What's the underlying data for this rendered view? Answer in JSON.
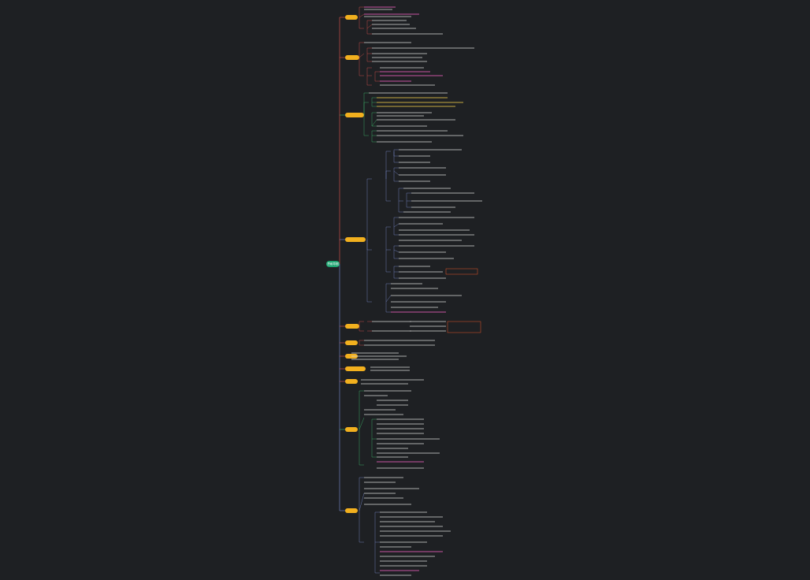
{
  "root": {
    "label": "思维导图"
  },
  "categories": [
    {
      "id": "c1",
      "label": "",
      "color": "#e8554e"
    },
    {
      "id": "c2",
      "label": "",
      "color": "#e8554e"
    },
    {
      "id": "c3",
      "label": "",
      "color": "#3fbf6f"
    },
    {
      "id": "c4",
      "label": "",
      "color": "#7e8fd6"
    },
    {
      "id": "c5",
      "label": "",
      "color": "#e8554e"
    },
    {
      "id": "c6",
      "label": "",
      "color": "#e8554e"
    },
    {
      "id": "c7",
      "label": "",
      "color": "#e8554e"
    },
    {
      "id": "c8",
      "label": "",
      "color": "#e8554e"
    },
    {
      "id": "c9",
      "label": "",
      "color": "#e8554e"
    },
    {
      "id": "c10",
      "label": "",
      "color": "#3fbf6f"
    },
    {
      "id": "c11",
      "label": "",
      "color": "#7e8fd6"
    }
  ],
  "colors": {
    "background": "#1e2023",
    "root": "#1ea672",
    "category": "#f2b01e",
    "leaf_text": "#d9d9d9",
    "highlight_text": "#ff66cc",
    "accent_text": "#ffd84d",
    "alert_border": "#e8552b"
  }
}
